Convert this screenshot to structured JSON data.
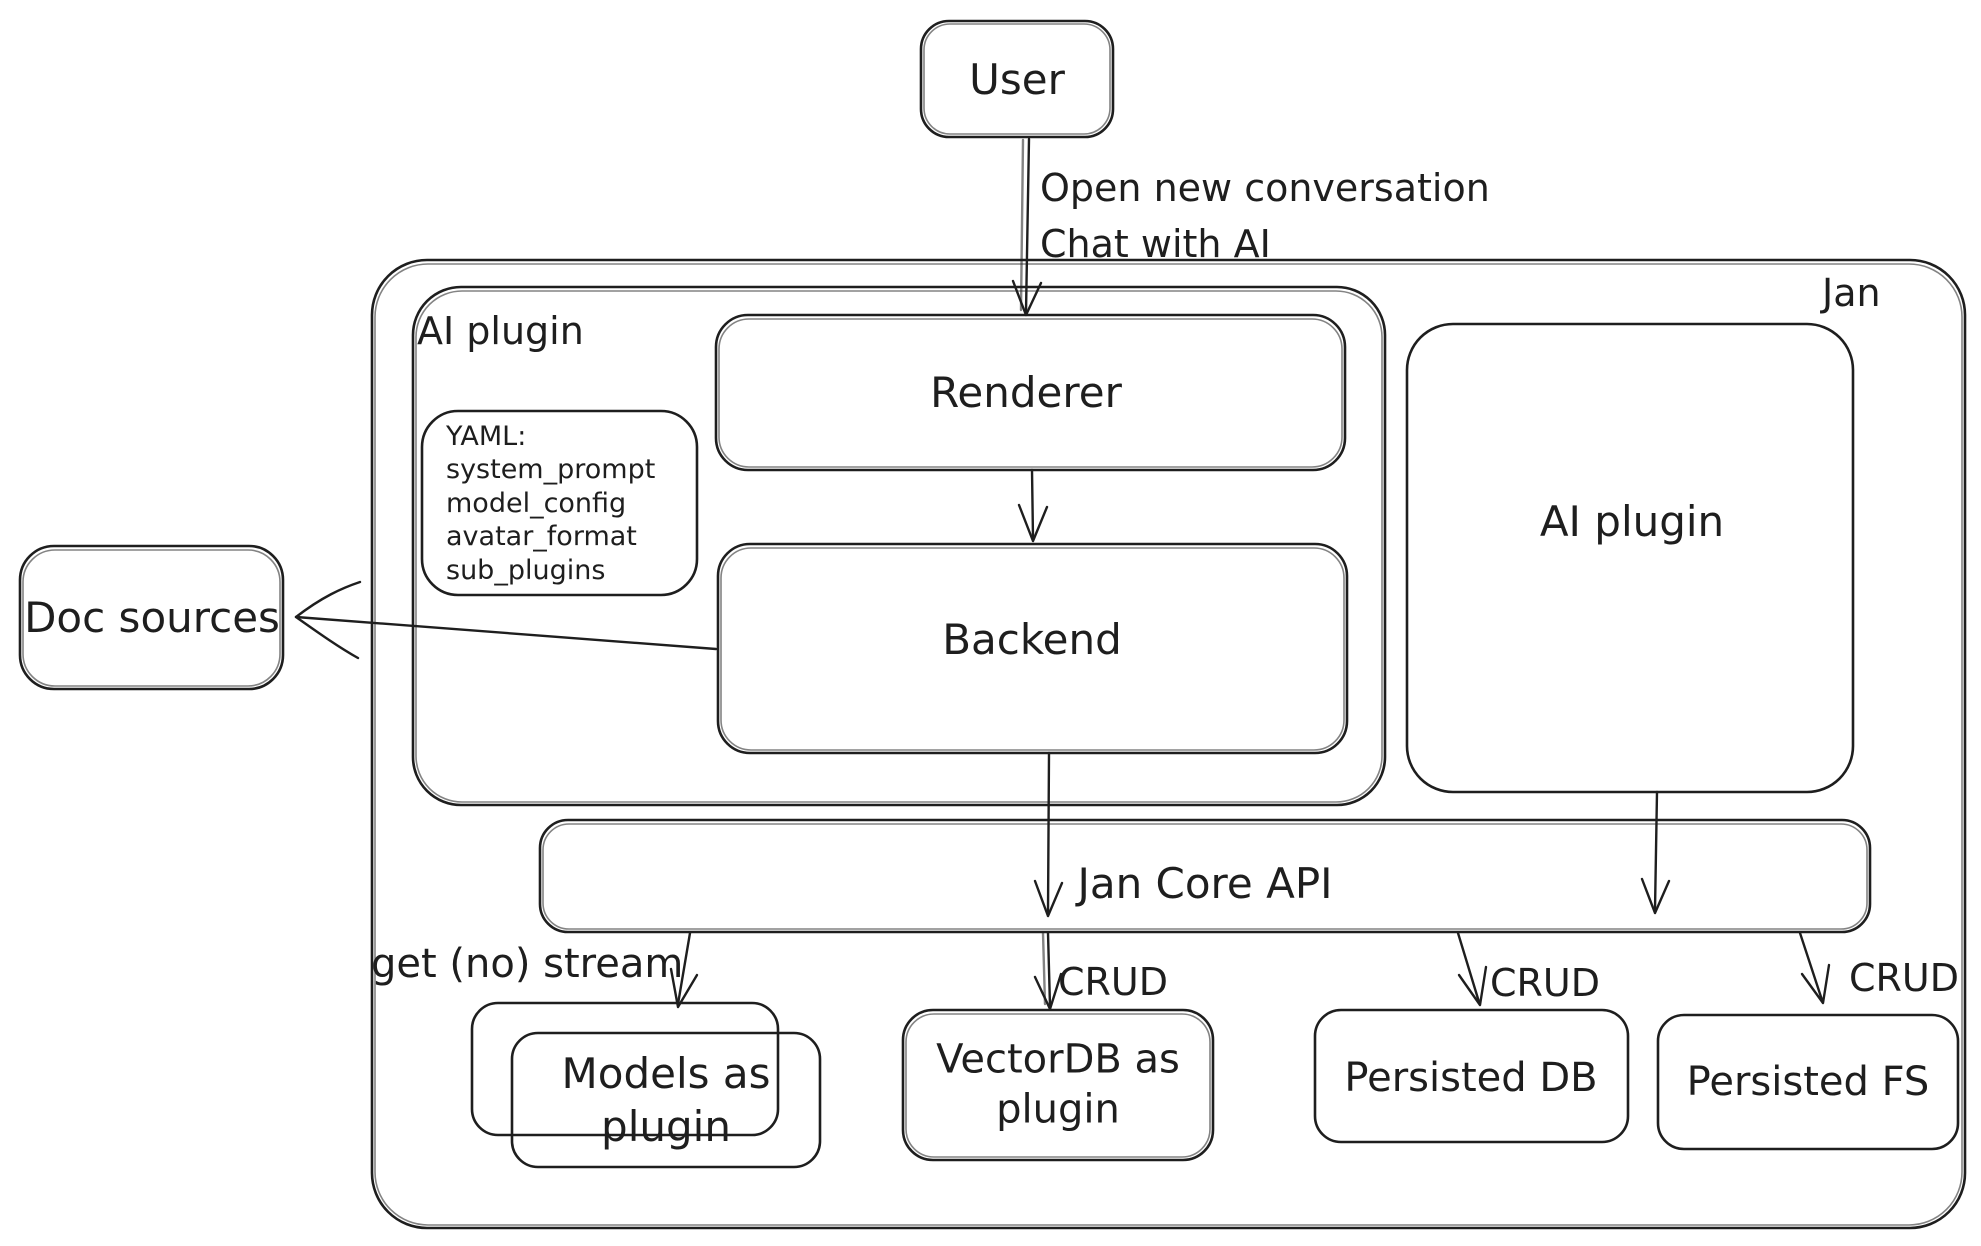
{
  "diagram": {
    "colors": {
      "stroke": "#1e1e1e",
      "background": "#ffffff"
    },
    "nodes": {
      "user": {
        "label": "User"
      },
      "jan_container": {
        "label": "Jan"
      },
      "ai_plugin_left": {
        "label": "AI plugin"
      },
      "renderer": {
        "label": "Renderer"
      },
      "backend": {
        "label": "Backend"
      },
      "yaml_note": {
        "lines": [
          "YAML:",
          "system_prompt",
          "model_config",
          "avatar_format",
          "sub_plugins"
        ]
      },
      "doc_sources": {
        "label": "Doc sources"
      },
      "ai_plugin_right": {
        "label": "AI plugin"
      },
      "jan_core_api": {
        "label": "Jan Core API"
      },
      "models_as_plugin": {
        "line1": "Models as",
        "line2": "plugin"
      },
      "vectordb_as_plugin": {
        "line1": "VectorDB as",
        "line2": "plugin"
      },
      "persisted_db": {
        "label": "Persisted DB"
      },
      "persisted_fs": {
        "label": "Persisted FS"
      }
    },
    "edges": {
      "user_to_renderer": {
        "label_line1": "Open new conversation",
        "label_line2": "Chat with AI"
      },
      "core_to_models": {
        "label": "get (no) stream"
      },
      "core_to_vectordb": {
        "label": "CRUD"
      },
      "core_to_persisted_db": {
        "label": "CRUD"
      },
      "core_to_persisted_fs": {
        "label": "CRUD"
      }
    }
  }
}
